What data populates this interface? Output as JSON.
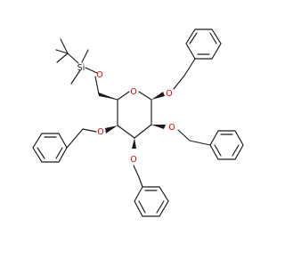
{
  "atoms": {
    "si": "Si",
    "o6": "O",
    "o_ring": "O",
    "o1": "O",
    "o2": "O",
    "o3": "O",
    "o4": "O"
  },
  "colors": {
    "bond": "#1a1a1a",
    "oxygen": "#d40000",
    "silicon": "#1a1a1a",
    "background": "#ffffff"
  }
}
